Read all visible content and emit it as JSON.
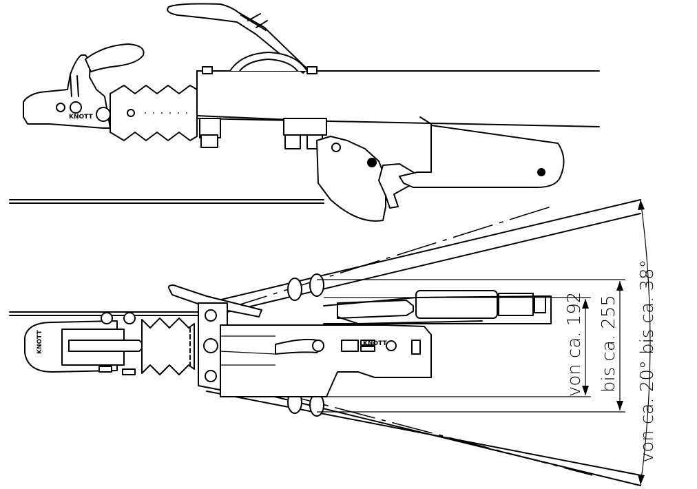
{
  "drawing": {
    "brand_label": "KNOTT",
    "brand_label_small": "KNOTT",
    "dimensions": {
      "width_min_label": "von ca. 192",
      "width_max_label": "bis ca. 255",
      "angle_label": "von ca. 20° bis ca. 38°"
    }
  }
}
